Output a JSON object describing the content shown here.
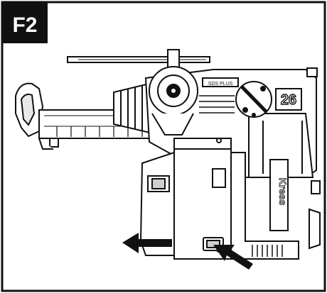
{
  "figure": {
    "label": "F2",
    "model_number": "26",
    "brand": "Kress",
    "colors": {
      "ink": "#111111",
      "paper": "#ffffff",
      "badge_bg": "#111111",
      "badge_text": "#ffffff",
      "shade": "#cfcfcf"
    },
    "arrows": {
      "left_arrow": "arrow-left-icon",
      "diagonal_arrow": "arrow-diagonal-icon"
    }
  }
}
